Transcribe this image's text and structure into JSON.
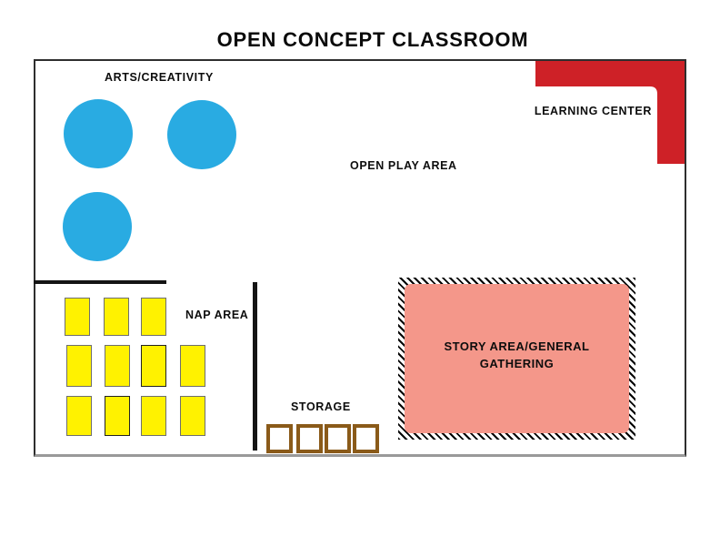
{
  "title": "OPEN CONCEPT CLASSROOM",
  "areas": {
    "arts": {
      "label": "ARTS/CREATIVITY",
      "table_count": 3
    },
    "open_play": {
      "label": "OPEN PLAY AREA"
    },
    "learning_center": {
      "label": "LEARNING CENTER"
    },
    "nap": {
      "label": "NAP AREA",
      "mat_count": 11
    },
    "storage": {
      "label": "STORAGE",
      "bin_count": 4
    },
    "story": {
      "label_line1": "STORY AREA/GENERAL",
      "label_line2": "GATHERING"
    }
  },
  "colors": {
    "art_table_blue": "#29ABE2",
    "learning_center_red": "#CE2127",
    "nap_mat_yellow": "#FFF200",
    "storage_bin_brown": "#8A5A19",
    "story_area_salmon": "#F4978A",
    "wall_shadow_gray": "#999999"
  }
}
